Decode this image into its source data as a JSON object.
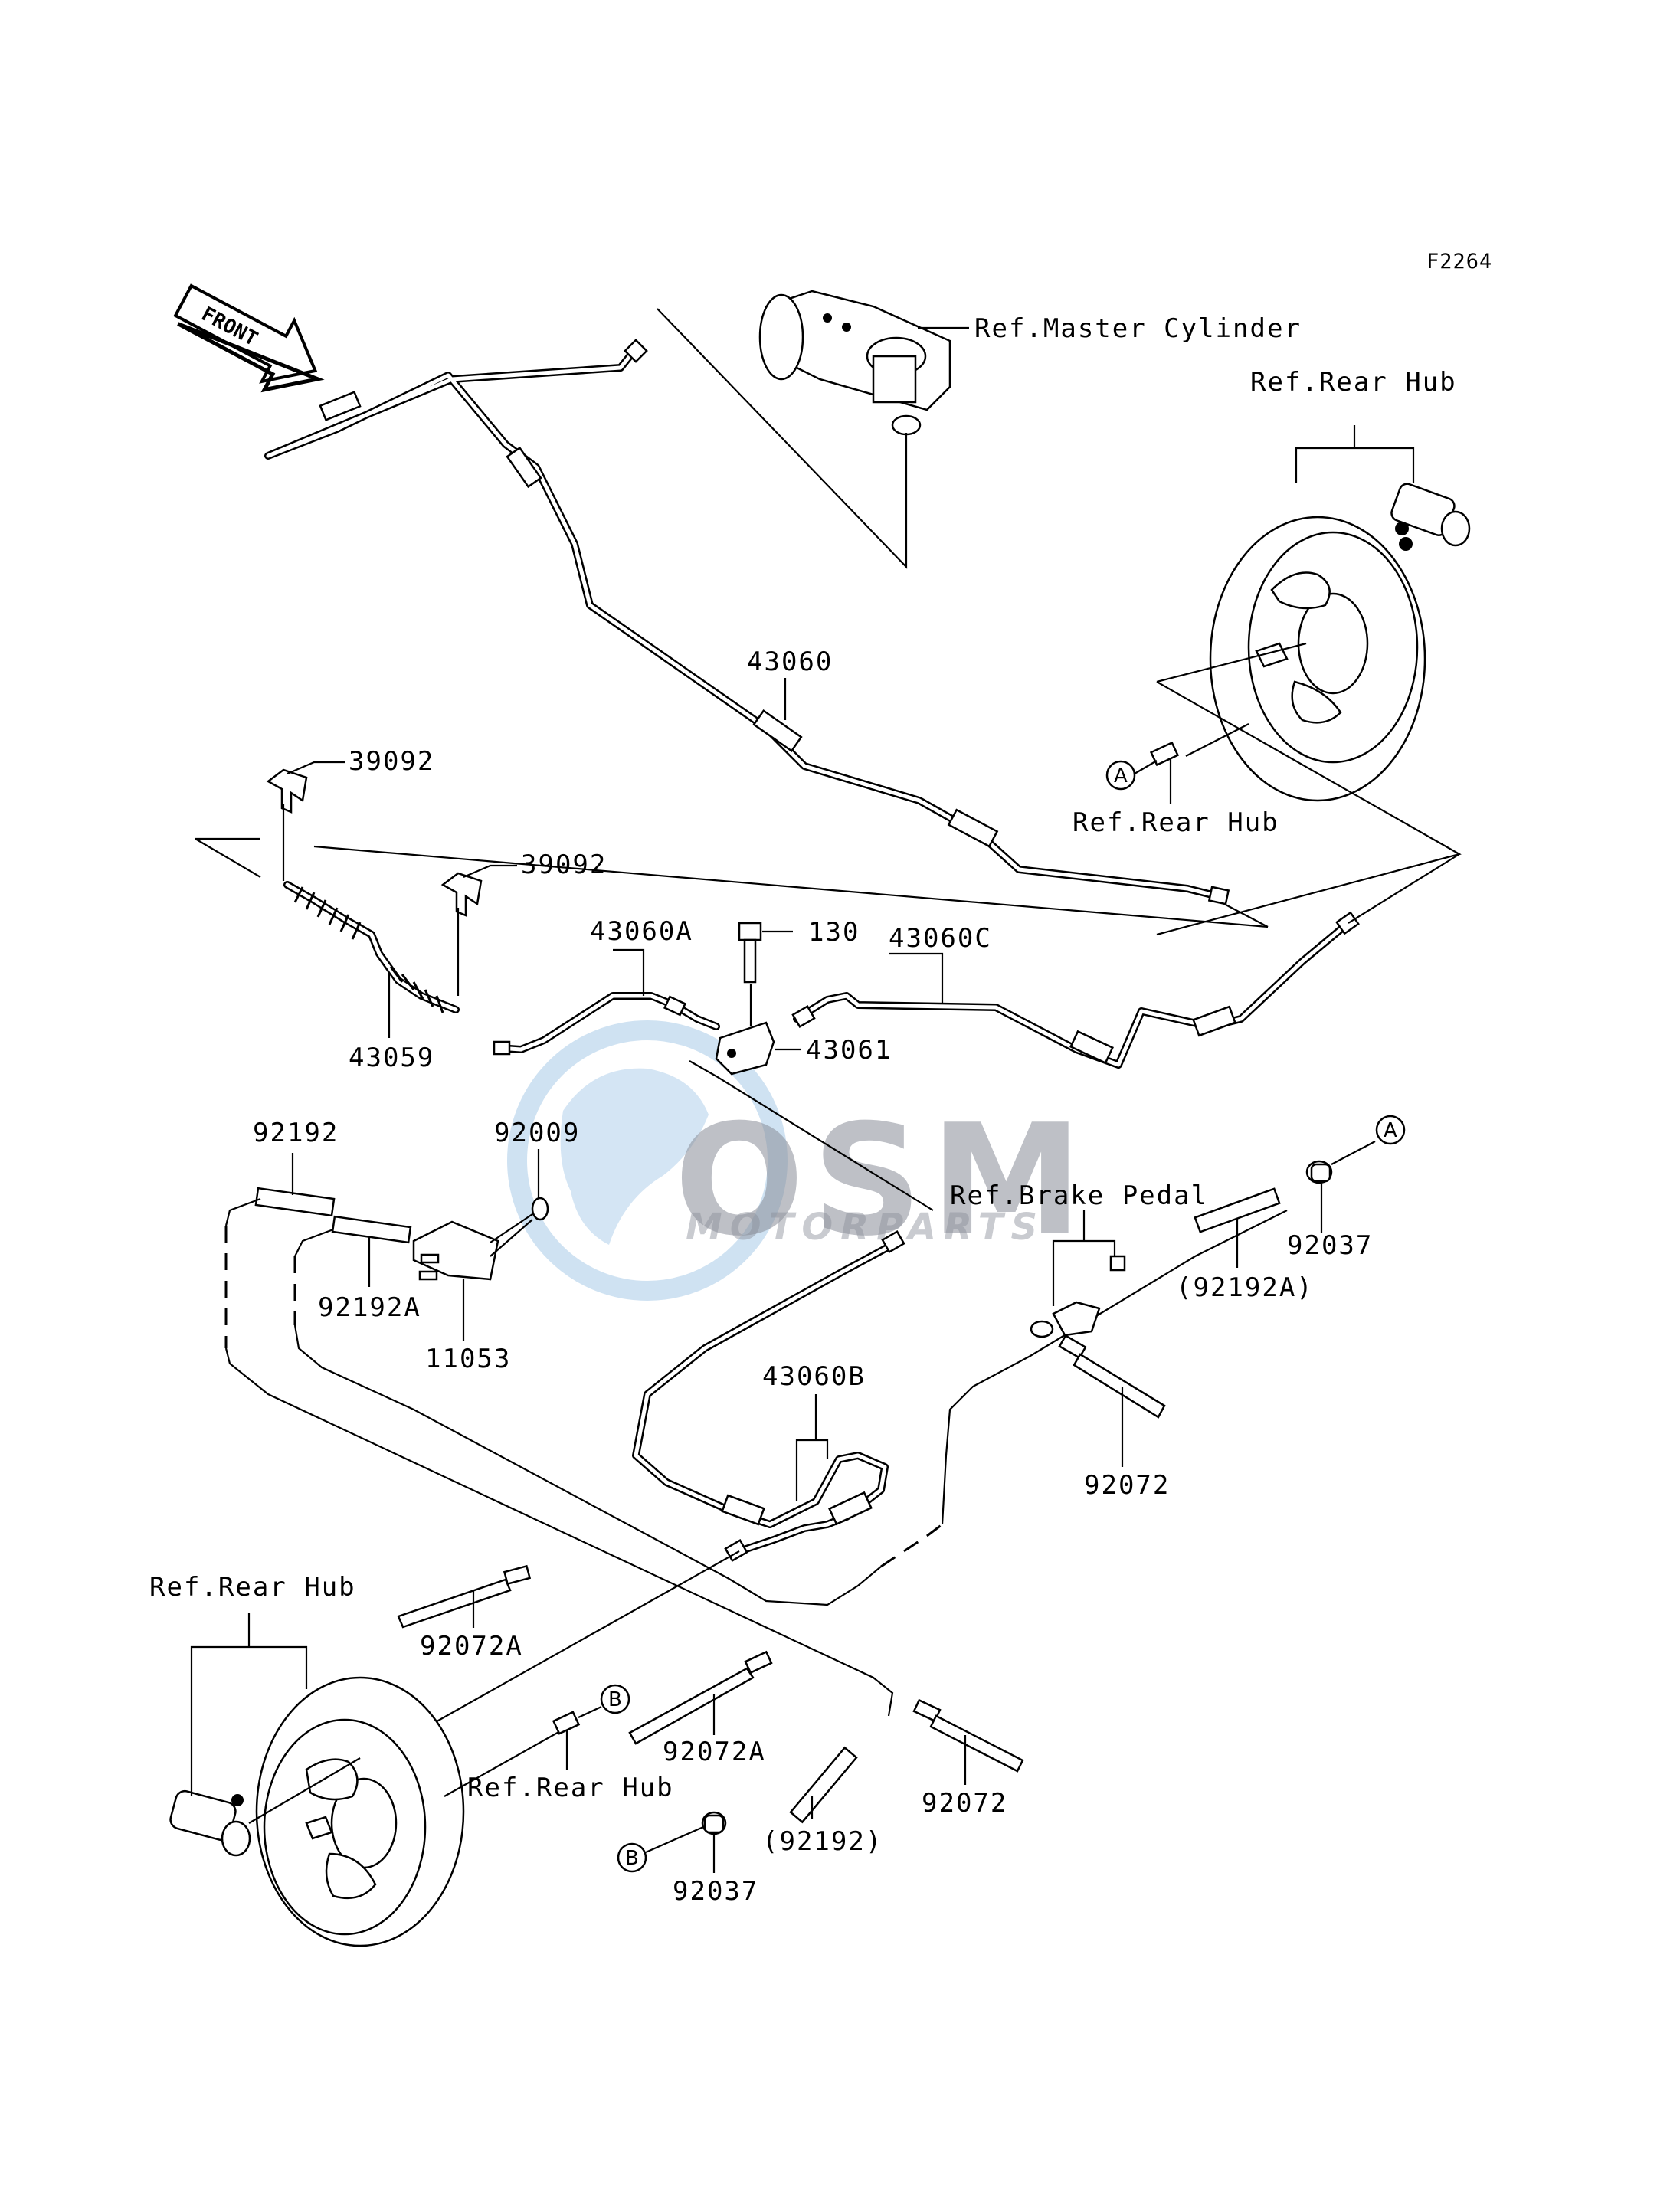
{
  "diagram_code": "F2264",
  "front_arrow": "FRONT",
  "refs": {
    "master_cylinder": "Ref.Master Cylinder",
    "rear_hub_top": "Ref.Rear Hub",
    "rear_hub_mid": "Ref.Rear Hub",
    "rear_hub_bottom_left": "Ref.Rear Hub",
    "rear_hub_bottom_mid": "Ref.Rear Hub",
    "brake_pedal": "Ref.Brake Pedal"
  },
  "parts": {
    "p43060": "43060",
    "p39092_a": "39092",
    "p39092_b": "39092",
    "p43060A": "43060A",
    "p130": "130",
    "p43060C": "43060C",
    "p43061": "43061",
    "p43059": "43059",
    "p92192": "92192",
    "p92009": "92009",
    "p92192A": "92192A",
    "p11053": "11053",
    "p92037_a": "92037",
    "p92192A_paren": "(92192A)",
    "p43060B": "43060B",
    "p92072_a": "92072",
    "p92072A_a": "92072A",
    "p92072A_b": "92072A",
    "p92072_b": "92072",
    "p92192_paren": "(92192)",
    "p92037_b": "92037"
  },
  "callouts": {
    "a_top": "A",
    "a_right": "A",
    "b_mid": "B",
    "b_bottom": "B"
  },
  "watermark": {
    "brand": "OSM",
    "tagline": "MOTORPARTS"
  },
  "icons": [
    "front-arrow-icon",
    "master-cylinder-icon",
    "brake-drum-icon",
    "wheel-cylinder-icon",
    "cable-tie-icon",
    "clamp-icon",
    "brake-switch-icon",
    "globe-icon"
  ]
}
